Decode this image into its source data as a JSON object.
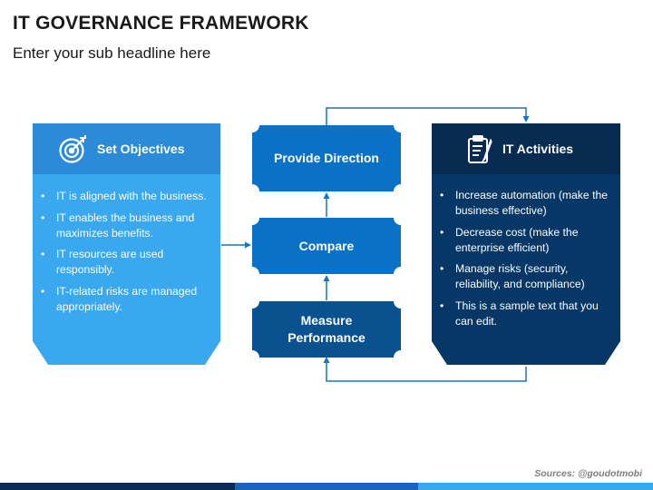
{
  "slide": {
    "title": "IT GOVERNANCE FRAMEWORK",
    "subtitle": "Enter your sub headline here",
    "sources": "Sources: @goudotmobi"
  },
  "left_panel": {
    "title": "Set Objectives",
    "icon": "target-icon",
    "bullets": [
      "IT is aligned with the business.",
      "IT enables the business and maximizes benefits.",
      "IT resources are used responsibly.",
      "IT-related risks are managed appropriately."
    ]
  },
  "center": {
    "provide_direction": "Provide Direction",
    "compare": "Compare",
    "measure_performance": "Measure Performance"
  },
  "right_panel": {
    "title": "IT Activities",
    "icon": "clipboard-icon",
    "bullets": [
      "Increase automation (make the business effective)",
      "Decrease cost (make the enterprise efficient)",
      "Manage risks (security, reliability, and compliance)",
      "This is a sample text that you can edit."
    ]
  },
  "colors": {
    "light_blue": "#3aa8ef",
    "light_blue_header": "#2b8bd8",
    "mid_blue": "#0a72c6",
    "dark_blue": "#0a5190",
    "navy": "#063766",
    "navy_header": "#082b52",
    "arrow": "#1b73b9"
  }
}
